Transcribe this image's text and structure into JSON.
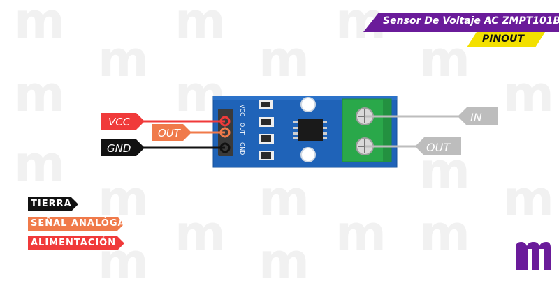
{
  "header": {
    "title": "Sensor De Voltaje AC ZMPT101B",
    "subtitle": "PINOUT"
  },
  "colors": {
    "purple": "#6a1b9a",
    "yellow": "#f3e000",
    "vcc_red": "#f03a3a",
    "out_orange": "#f07a4a",
    "gnd_black": "#111111",
    "gray": "#bdbdbd",
    "pcb_blue": "#1f63b8",
    "terminal_green": "#2aa84a"
  },
  "pins": {
    "vcc": "VCC",
    "out": "OUT",
    "gnd": "GND"
  },
  "silkscreen": {
    "vcc": "VCC",
    "out": "OUT",
    "gnd": "GND"
  },
  "terminals": {
    "in": "IN",
    "out": "OUT"
  },
  "legend": {
    "ground": "TIERRA",
    "analog": "SEÑAL ANALÓGA",
    "power": "ALIMENTACIÓN"
  },
  "logo_icon": "m-logo-icon",
  "watermark_icon": "m-watermark-icon"
}
